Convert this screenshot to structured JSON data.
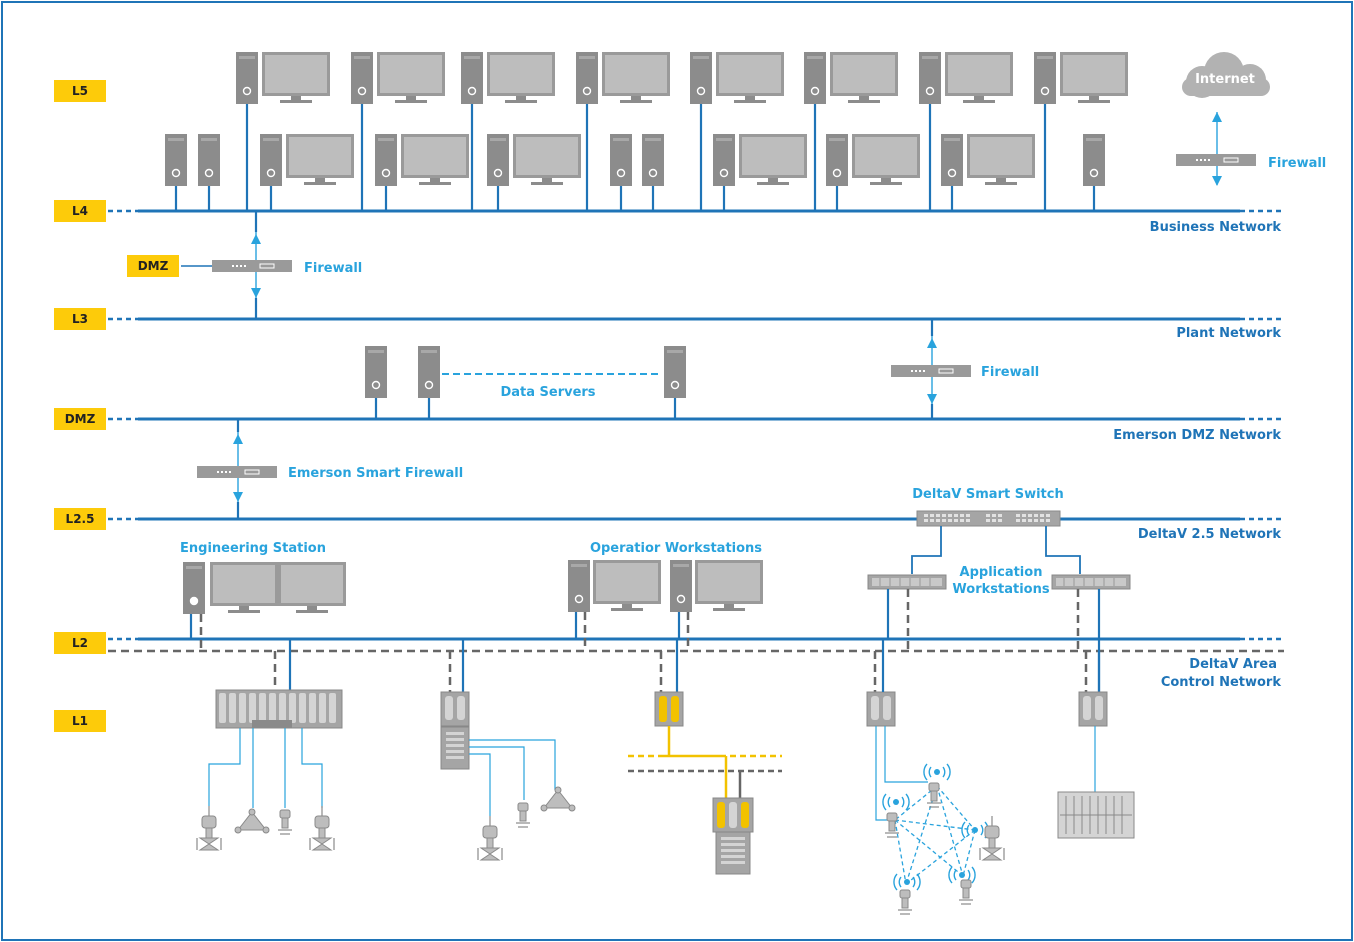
{
  "levels": {
    "l5": "L5",
    "l4": "L4",
    "dmz_upper": "DMZ",
    "l3": "L3",
    "dmz_lower": "DMZ",
    "l2_5": "L2.5",
    "l2": "L2",
    "l1": "L1"
  },
  "networks": {
    "business": "Business Network",
    "plant": "Plant Network",
    "emerson_dmz": "Emerson DMZ Network",
    "deltav_25": "DeltaV 2.5 Network",
    "area_control_line1": "DeltaV Area",
    "area_control_line2": "Control Network"
  },
  "devices": {
    "internet": "Internet",
    "firewall_internet": "Firewall",
    "firewall_dmz": "Firewall",
    "firewall_plant": "Firewall",
    "data_servers": "Data Servers",
    "emerson_smart_firewall": "Emerson Smart Firewall",
    "deltav_smart_switch": "DeltaV Smart Switch",
    "engineering_station": "Engineering Station",
    "operator_workstations": "Operatior Workstations",
    "application_workstations_line1": "Application",
    "application_workstations_line2": "Workstations"
  },
  "colors": {
    "level_badge": "#fdcb0a",
    "network_line": "#1f74b7",
    "label_cyan": "#29a3dd",
    "device_gray": "#9a9a9a",
    "area_network_dash": "#666666",
    "fieldbus_yellow": "#f2c200"
  }
}
